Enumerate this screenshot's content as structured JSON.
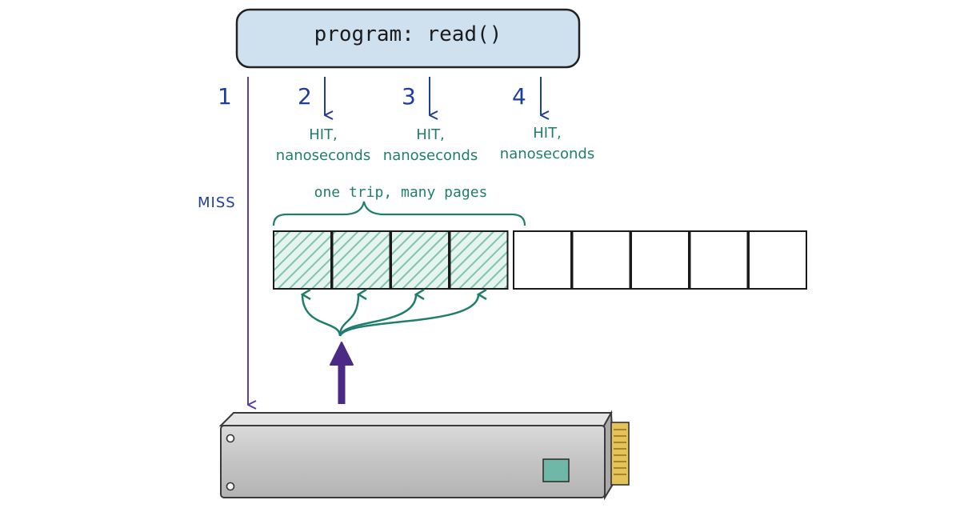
{
  "program": {
    "label": "program: read()"
  },
  "steps": [
    {
      "number": "1",
      "result": "MISS"
    },
    {
      "number": "2",
      "result_line1": "HIT,",
      "result_line2": "nanoseconds"
    },
    {
      "number": "3",
      "result_line1": "HIT,",
      "result_line2": "nanoseconds"
    },
    {
      "number": "4",
      "result_line1": "HIT,",
      "result_line2": "nanoseconds"
    }
  ],
  "readahead": {
    "label": "one trip, many pages",
    "filled_pages": 4,
    "total_pages": 9
  },
  "colors": {
    "program_box": "#cfe0ef",
    "step_blue": "#1f3d9a",
    "hit_green": "#1f7f6c",
    "hatch": "#7fc3b0",
    "cache_fill": "#e6f4ef",
    "fetch_purple": "#4b2a86",
    "miss_arrow": "#5b3fa8",
    "disk_body": "#c9c9c9",
    "disk_connector": "#d9b43a",
    "disk_chip": "#6fb7a6"
  },
  "icons": [
    "down-arrow-icon",
    "up-arrow-icon",
    "branch-arrows-icon",
    "curly-brace-icon",
    "ssd-drive-icon"
  ]
}
